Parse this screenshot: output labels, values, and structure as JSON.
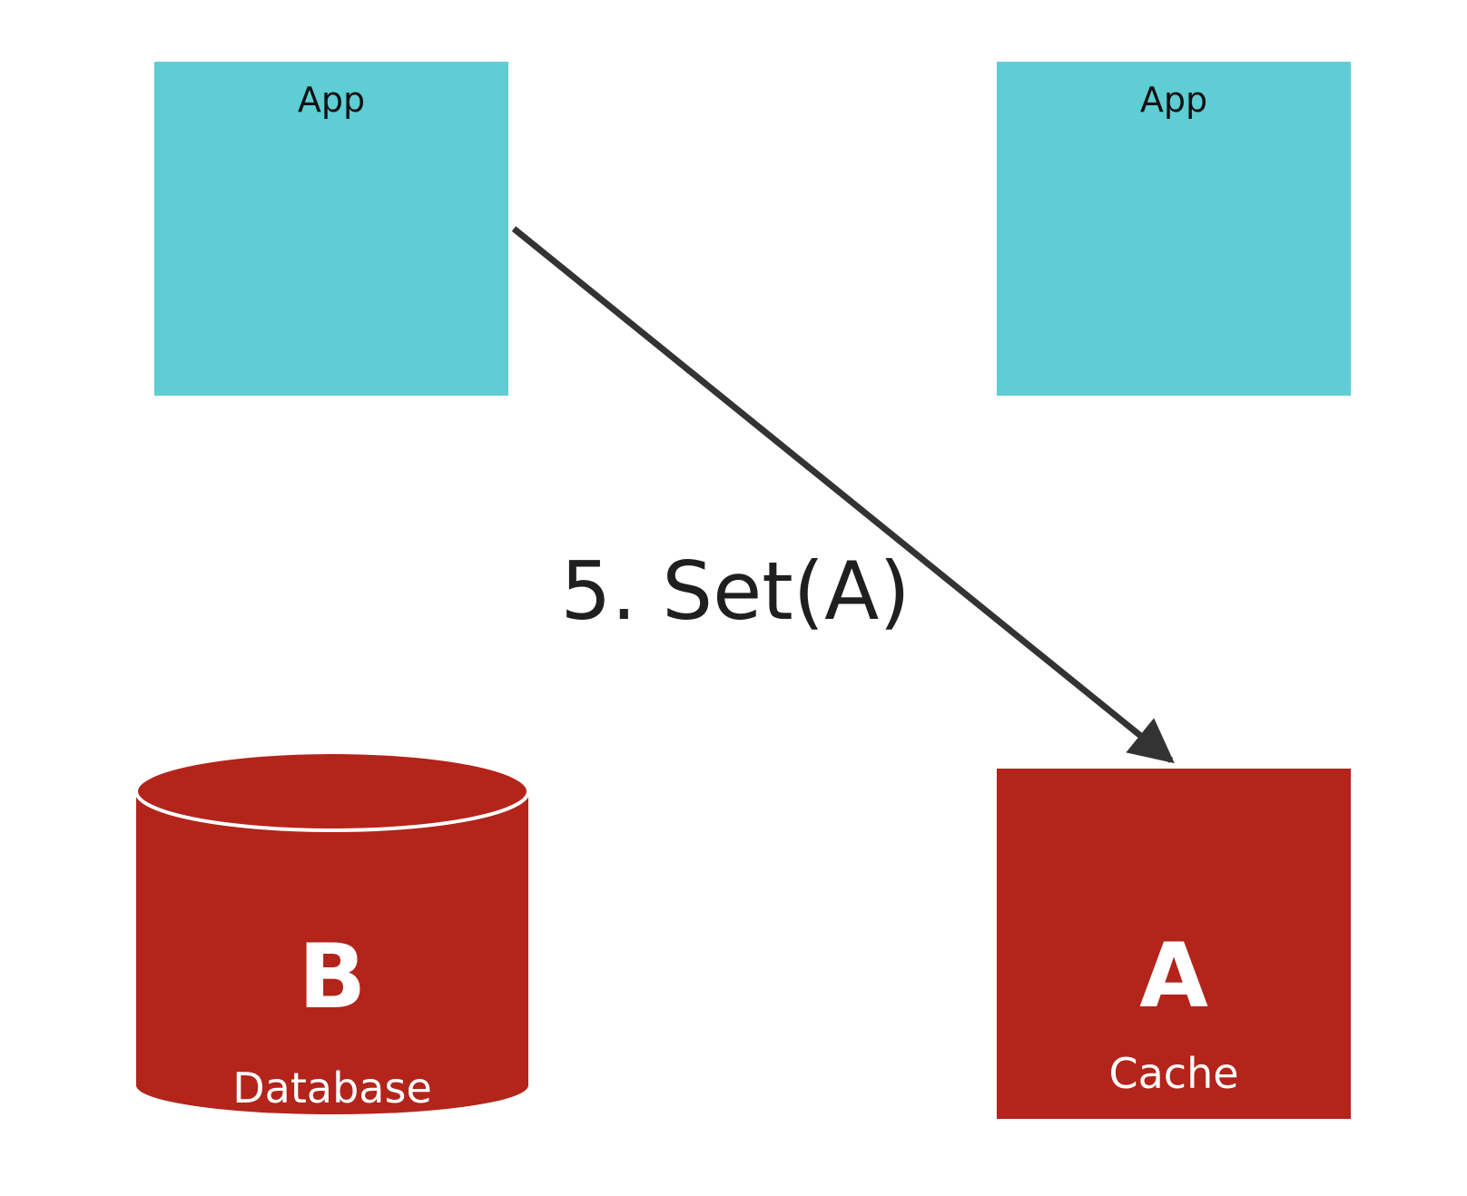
{
  "nodes": {
    "app_left": {
      "label": "App"
    },
    "app_right": {
      "label": "App"
    },
    "database": {
      "key": "B",
      "label": "Database"
    },
    "cache": {
      "key": "A",
      "label": "Cache"
    }
  },
  "edge": {
    "label": "5. Set(A)",
    "from": "app_left",
    "to": "cache"
  },
  "colors": {
    "app_fill": "#5ecdd4",
    "store_fill": "#b3241b",
    "arrow": "#333333",
    "text_dark": "#111111",
    "text_light": "#ffffff"
  }
}
